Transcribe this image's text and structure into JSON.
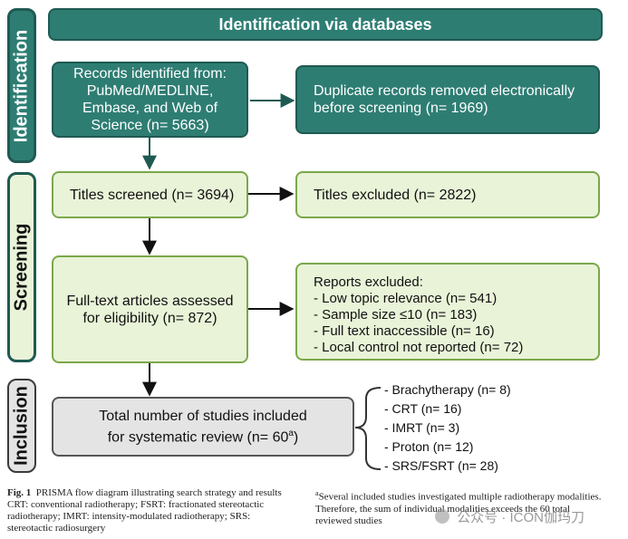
{
  "header": {
    "title": "Identification via databases"
  },
  "stages": {
    "identification": "Identification",
    "screening": "Screening",
    "inclusion": "Inclusion"
  },
  "boxes": {
    "records_identified": "Records identified from: PubMed/MEDLINE, Embase, and Web of Science (n= 5663)",
    "duplicates_removed": "Duplicate records removed electronically before screening (n= 1969)",
    "titles_screened": "Titles screened (n= 3694)",
    "titles_excluded": "Titles excluded (n= 2822)",
    "fulltext_assessed": "Full-text articles assessed for eligibility (n= 872)",
    "reports_excluded_title": "Reports excluded:",
    "reports_excluded_items": [
      "- Low topic relevance (n= 541)",
      "- Sample size ≤10 (n= 183)",
      "- Full text inaccessible (n= 16)",
      "- Local control not reported (n= 72)"
    ],
    "total_included_line1": "Total number of studies included",
    "total_included_line2": "for systematic review (n= 60",
    "total_included_sup": "a",
    "total_included_end": ")"
  },
  "modalities": [
    "- Brachytherapy (n= 8)",
    "- CRT (n= 16)",
    "- IMRT (n= 3)",
    "- Proton (n= 12)",
    "- SRS/FSRT (n= 28)"
  ],
  "caption": {
    "fig_label": "Fig. 1",
    "fig_text": "PRISMA flow diagram illustrating search strategy and results CRT: conventional radiotherapy; FSRT: fractionated stereotactic radiotherapy; IMRT: intensity-modulated radiotherapy; SRS: stereotactic radiosurgery",
    "footnote_mark": "a",
    "footnote_text": "Several included studies investigated multiple radiotherapy modalities. Therefore, the sum of individual modalities exceeds the 60 total reviewed studies"
  },
  "watermark": "公众号 · ICON伽玛刀",
  "colors": {
    "teal": "#2e7d73",
    "light_green": "#e9f3d8",
    "grey": "#e4e4e4"
  }
}
